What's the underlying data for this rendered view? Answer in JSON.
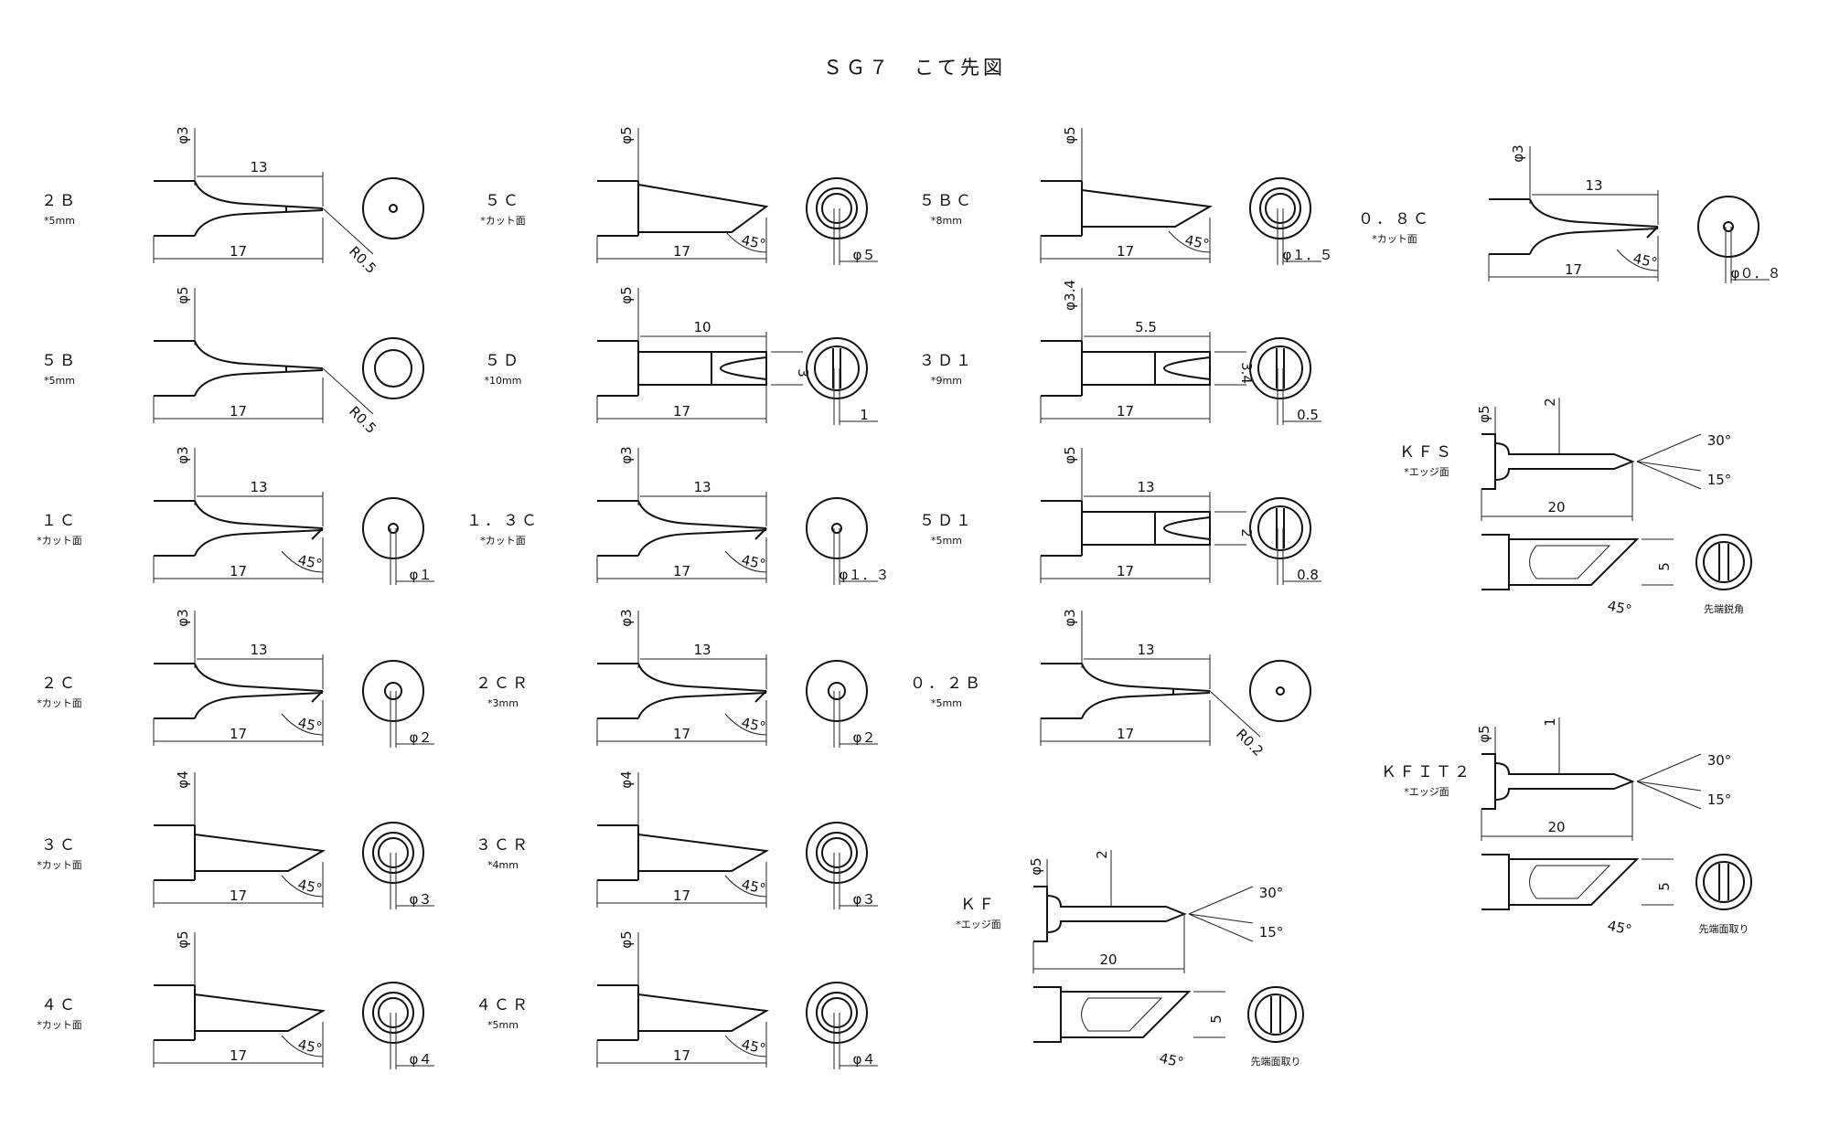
{
  "title": "ＳＧ７　こて先図",
  "tips": [
    {
      "id": "2B",
      "name": "２Ｂ",
      "note": "*5mm",
      "type": "cone",
      "d1": "φ3",
      "d2": "13",
      "len": "17",
      "tip": "R0.5",
      "end": "dot"
    },
    {
      "id": "5B",
      "name": "５Ｂ",
      "note": "*5mm",
      "type": "cone",
      "d1": "φ5",
      "len": "17",
      "tip": "R0.5",
      "end": "ring"
    },
    {
      "id": "1C",
      "name": "１Ｃ",
      "note": "*カット面",
      "type": "cut",
      "d1": "φ3",
      "d2": "13",
      "len": "17",
      "ang": "45°",
      "end": "small",
      "ed": "φ１"
    },
    {
      "id": "2C",
      "name": "２Ｃ",
      "note": "*カット面",
      "type": "cut",
      "d1": "φ3",
      "d2": "13",
      "len": "17",
      "ang": "45°",
      "end": "mid",
      "ed": "φ２"
    },
    {
      "id": "3C",
      "name": "３Ｃ",
      "note": "*カット面",
      "type": "cutw",
      "d1": "φ4",
      "len": "17",
      "ang": "45°",
      "end": "big",
      "ed": "φ３"
    },
    {
      "id": "4C",
      "name": "４Ｃ",
      "note": "*カット面",
      "type": "cutw",
      "d1": "φ5",
      "len": "17",
      "ang": "45°",
      "end": "big",
      "ed": "φ４"
    },
    {
      "id": "5C",
      "name": "５Ｃ",
      "note": "*カット面",
      "type": "cutbig",
      "d1": "φ5",
      "len": "17",
      "ang": "45°",
      "end": "big",
      "ed": "φ５"
    },
    {
      "id": "5D",
      "name": "５Ｄ",
      "note": "*10mm",
      "type": "flat",
      "d1": "φ5",
      "d2": "10",
      "len": "17",
      "side": "3",
      "end": "flat",
      "ed": "1"
    },
    {
      "id": "1.3C",
      "name": "１．３Ｃ",
      "note": "*カット面",
      "type": "cut",
      "d1": "φ3",
      "d2": "13",
      "len": "17",
      "ang": "45°",
      "end": "small",
      "ed": "φ１．３"
    },
    {
      "id": "2CR",
      "name": "２ＣＲ",
      "note": "*3mm",
      "type": "cut",
      "d1": "φ3",
      "d2": "13",
      "len": "17",
      "ang": "45°",
      "end": "mid",
      "ed": "φ２"
    },
    {
      "id": "3CR",
      "name": "３ＣＲ",
      "note": "*4mm",
      "type": "cutw",
      "d1": "φ4",
      "len": "17",
      "ang": "45°",
      "end": "big",
      "ed": "φ３"
    },
    {
      "id": "4CR",
      "name": "４ＣＲ",
      "note": "*5mm",
      "type": "cutw",
      "d1": "φ5",
      "len": "17",
      "ang": "45°",
      "end": "big",
      "ed": "φ４"
    },
    {
      "id": "5BC",
      "name": "５ＢＣ",
      "note": "*8mm",
      "type": "cutw",
      "d1": "φ5",
      "len": "17",
      "ang": "45°",
      "end": "big",
      "ed": "φ１．５"
    },
    {
      "id": "3D1",
      "name": "３Ｄ１",
      "note": "*9mm",
      "type": "flat",
      "d1": "φ3.4",
      "d2": "5.5",
      "len": "17",
      "side": "3.4",
      "end": "flat",
      "ed": "0.5"
    },
    {
      "id": "5D1",
      "name": "５Ｄ１",
      "note": "*5mm",
      "type": "flat",
      "d1": "φ5",
      "d2": "13",
      "len": "17",
      "side": "2",
      "end": "flat",
      "ed": "0.8"
    },
    {
      "id": "0.2B",
      "name": "０．２Ｂ",
      "note": "*5mm",
      "type": "cone",
      "d1": "φ3",
      "d2": "13",
      "len": "17",
      "tip": "R0.2",
      "end": "dot"
    },
    {
      "id": "0.8C",
      "name": "０．８Ｃ",
      "note": "*カット面",
      "type": "cut",
      "d1": "φ3",
      "d2": "13",
      "len": "17",
      "ang": "45°",
      "end": "small",
      "ed": "φ０．８"
    }
  ],
  "knives": [
    {
      "id": "KF",
      "name": "ＫＦ",
      "note": "*エッジ面",
      "d1": "φ5",
      "d2": "2",
      "len": "20",
      "a1": "30°",
      "a2": "15°",
      "ang": "45°",
      "side": "5",
      "caption": "先端面取り"
    },
    {
      "id": "KFS",
      "name": "ＫＦＳ",
      "note": "*エッジ面",
      "d1": "φ5",
      "d2": "2",
      "len": "20",
      "a1": "30°",
      "a2": "15°",
      "ang": "45°",
      "side": "5",
      "caption": "先端鋭角"
    },
    {
      "id": "KFIT2",
      "name": "ＫＦＩＴ２",
      "note": "*エッジ面",
      "d1": "φ5",
      "d2": "1",
      "len": "20",
      "a1": "30°",
      "a2": "15°",
      "ang": "45°",
      "side": "5",
      "caption": "先端面取り"
    }
  ]
}
